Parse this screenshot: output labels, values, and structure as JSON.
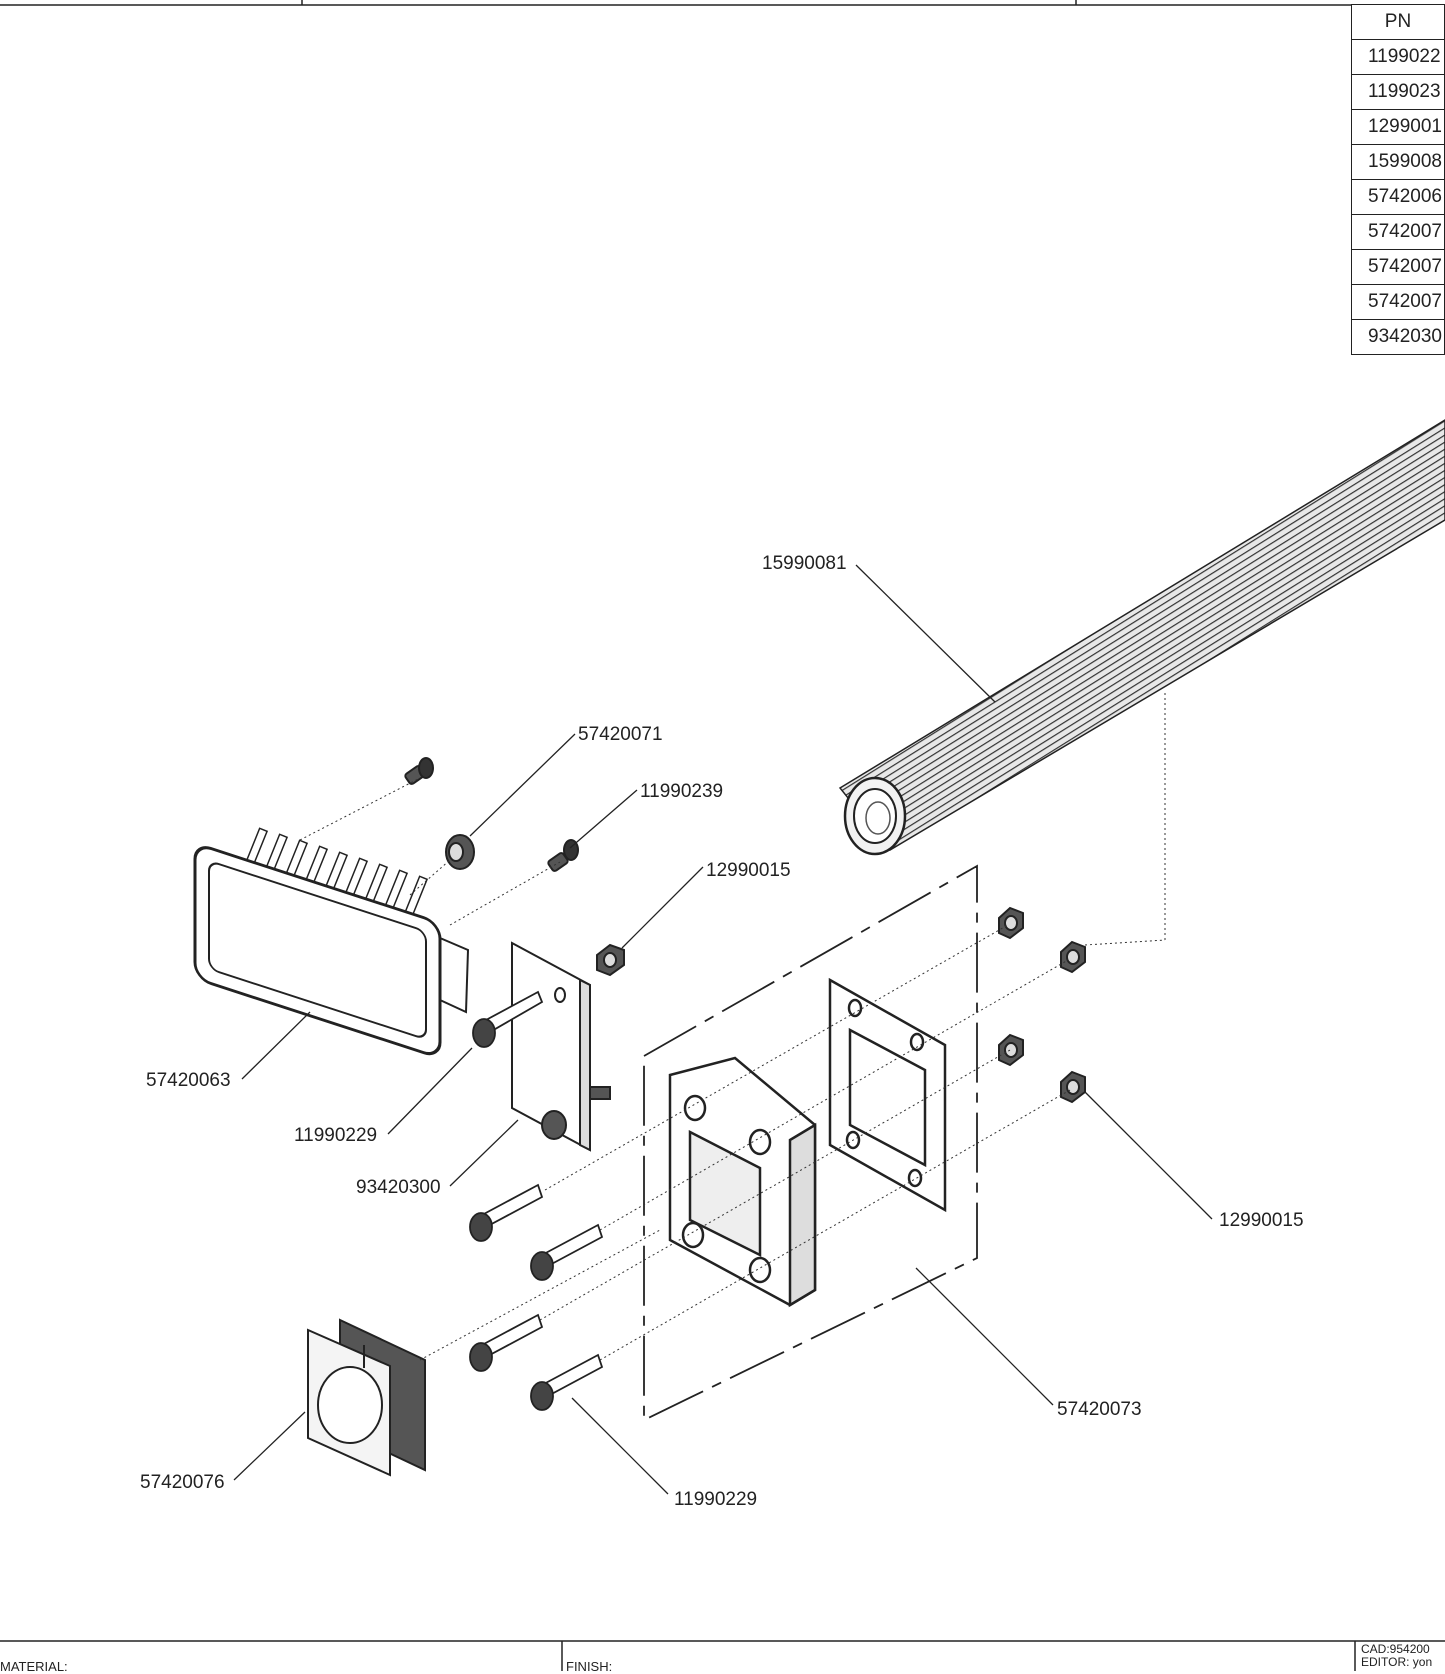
{
  "parts_table": {
    "header": "PN",
    "rows": [
      "1199022",
      "1199023",
      "1299001",
      "1599008",
      "5742006",
      "5742007",
      "5742007",
      "5742007",
      "9342030"
    ]
  },
  "callouts": {
    "c_15990081": "15990081",
    "c_57420071": "57420071",
    "c_11990239": "11990239",
    "c_12990015_top": "12990015",
    "c_57420063": "57420063",
    "c_11990229_mid": "11990229",
    "c_93420300": "93420300",
    "c_12990015_right": "12990015",
    "c_57420073": "57420073",
    "c_57420076": "57420076",
    "c_11990229_bottom": "11990229"
  },
  "title_block": {
    "material_label": "MATERIAL:",
    "finish_label": "FINISH:",
    "cad_ref": "CAD:954200",
    "editor": "EDITOR: yon"
  }
}
